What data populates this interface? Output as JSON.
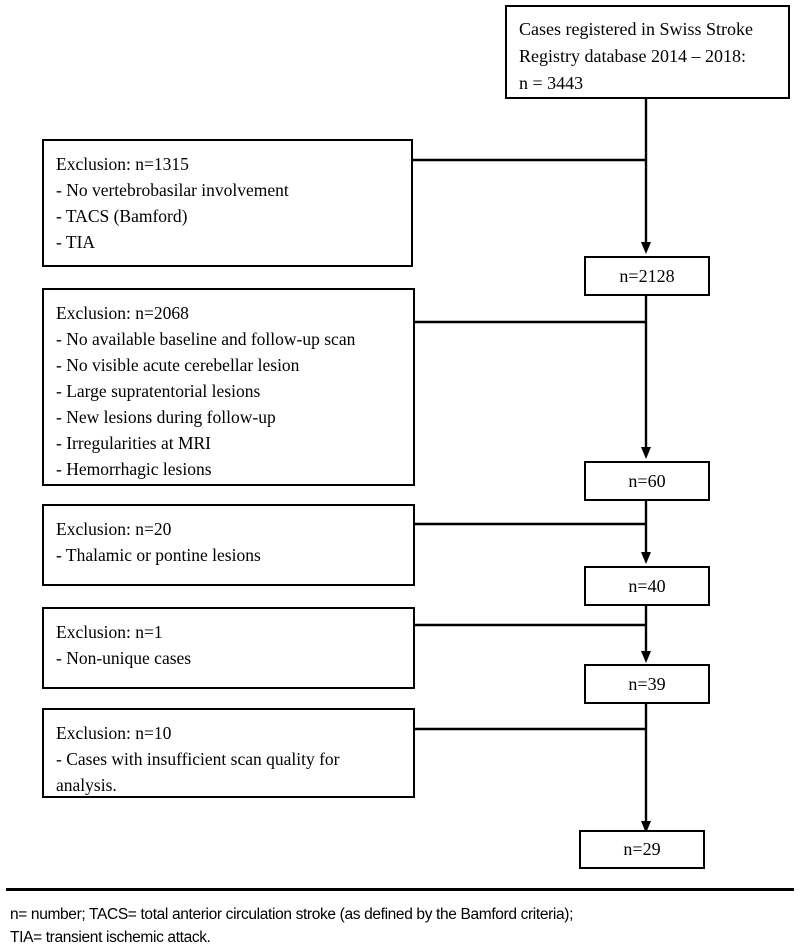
{
  "figure": {
    "type": "study-flow-diagram",
    "source_box": {
      "lines": [
        "Cases registered in Swiss Stroke",
        "Registry database 2014 – 2018:",
        "n = 3443"
      ]
    },
    "exclusions": [
      {
        "header": "Exclusion: n=1315",
        "items": [
          "- No vertebrobasilar involvement",
          "- TACS (Bamford)",
          "- TIA"
        ]
      },
      {
        "header": "Exclusion: n=2068",
        "items": [
          "- No available baseline and follow-up scan",
          "- No visible acute cerebellar lesion",
          "- Large supratentorial lesions",
          "- New lesions during follow-up",
          "- Irregularities at MRI",
          "- Hemorrhagic lesions"
        ]
      },
      {
        "header": "Exclusion: n=20",
        "items": [
          "- Thalamic or pontine lesions"
        ]
      },
      {
        "header": "Exclusion: n=1",
        "items": [
          "- Non-unique cases"
        ]
      },
      {
        "header": "Exclusion: n=10",
        "items": [
          "- Cases with insufficient scan quality for analysis."
        ]
      }
    ],
    "counts": [
      {
        "label": "n=2128"
      },
      {
        "label": "n=60"
      },
      {
        "label": "n=40"
      },
      {
        "label": "n=39"
      },
      {
        "label": "n=29"
      }
    ],
    "footnote": {
      "line1": "n= number; TACS= total anterior circulation stroke (as defined by the Bamford criteria);",
      "line2": "TIA= transient ischemic attack."
    },
    "colors": {
      "stroke": "#000000",
      "background": "#ffffff",
      "text": "#000000"
    }
  }
}
